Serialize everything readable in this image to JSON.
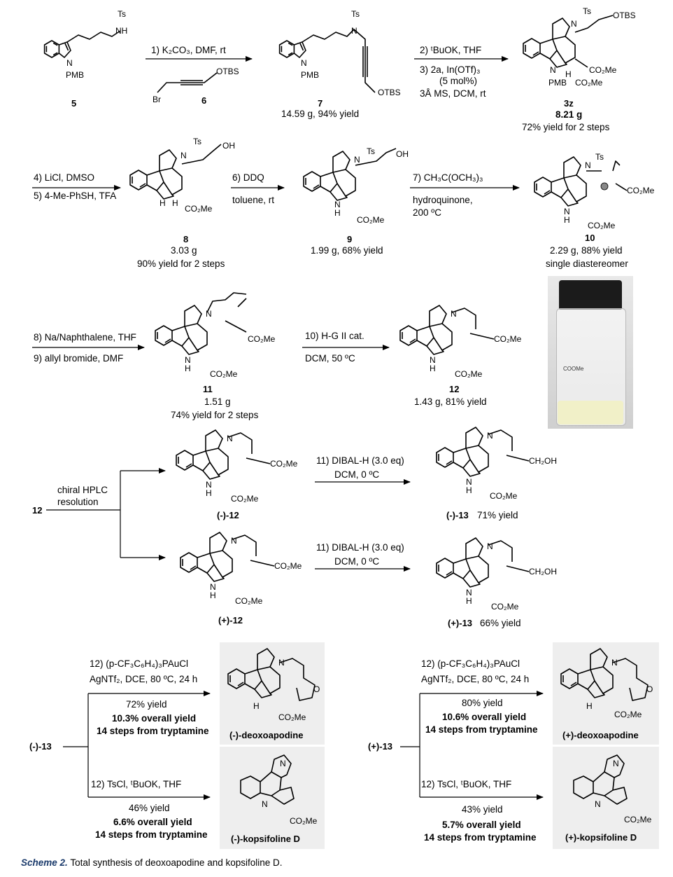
{
  "compounds": {
    "c5": "5",
    "c6": "6",
    "c7": "7",
    "c3z": "3z",
    "c8": "8",
    "c9": "9",
    "c10": "10",
    "c11": "11",
    "c12": "12",
    "c12m": "(-)-12",
    "c12p": "(+)-12",
    "c13m": "(-)-13",
    "c13p": "(+)-13",
    "doxm": "(-)-deoxoapodine",
    "doxp": "(+)-deoxoapodine",
    "kopm": "(-)-kopsifoline D",
    "kopp": "(+)-kopsifoline D"
  },
  "atoms": {
    "ts": "Ts",
    "nh": "NH",
    "n": "N",
    "h": "H",
    "pmb": "PMB",
    "otbs": "OTBS",
    "br": "Br",
    "co2me": "CO₂Me",
    "oh": "OH",
    "ch2oh": "CH₂OH",
    "o": "O",
    "coome": "COOMe"
  },
  "steps": {
    "s1": "1) K₂CO₃, DMF, rt",
    "s2": "2) ᵗBuOK, THF",
    "s3a": "3) 2a, In(OTf)₃",
    "s3b": "(5 mol%)",
    "s3c": "3Å MS, DCM, rt",
    "s4": "4) LiCl, DMSO",
    "s5": "5) 4-Me-PhSH, TFA",
    "s6a": "6) DDQ",
    "s6b": "toluene, rt",
    "s7a": "7) CH₃C(OCH₃)₃",
    "s7b": "hydroquinone,",
    "s7c": "200 ºC",
    "s8": "8) Na/Naphthalene, THF",
    "s9": "9) allyl bromide, DMF",
    "s10a": "10) H-G II cat.",
    "s10b": "DCM, 50 ºC",
    "hplc_a": "chiral HPLC",
    "hplc_b": "resolution",
    "s11a": "11) DIBAL-H (3.0 eq)",
    "s11b": "DCM, 0 ºC",
    "s12au_a": "12) (p-CF₃C₆H₄)₃PAuCl",
    "s12au_b": "AgNTf₂, DCE, 80 ºC, 24 h",
    "s12ts": "12) TsCl, ᵗBuOK, THF"
  },
  "results": {
    "r7": "14.59 g, 94% yield",
    "r3z_a": "8.21 g",
    "r3z_b": "72% yield for 2 steps",
    "r8_a": "3.03 g",
    "r8_b": "90% yield for 2 steps",
    "r9": "1.99 g, 68% yield",
    "r10_a": "2.29 g, 88% yield",
    "r10_b": "single diastereomer",
    "r11_a": "1.51 g",
    "r11_b": "74% yield for 2 steps",
    "r12": "1.43 g, 81% yield",
    "r13m": "71% yield",
    "r13p": "66% yield",
    "y_doxm": "72% yield",
    "ov_doxm": "10.3% overall yield",
    "y_kopm": "46% yield",
    "ov_kopm": "6.6% overall yield",
    "y_doxp": "80% yield",
    "ov_doxp": "10.6% overall yield",
    "y_kopp": "43% yield",
    "ov_kopp": "5.7% overall yield",
    "steps14": "14 steps from tryptamine"
  },
  "caption": {
    "label": "Scheme 2.",
    "text": "Total synthesis of deoxoapodine and kopsifoline D."
  }
}
